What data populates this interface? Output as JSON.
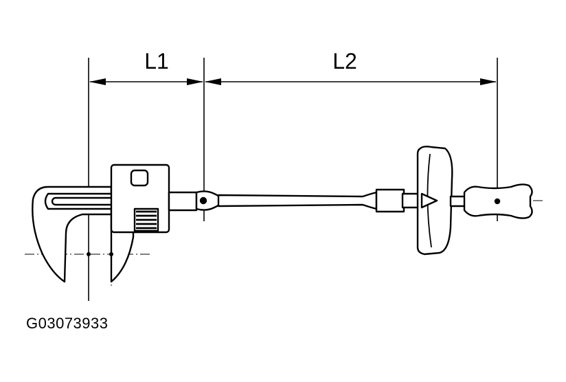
{
  "dimensions": {
    "l1": "L1",
    "l2": "L2"
  },
  "caption": "G03073933",
  "colors": {
    "ink": "#000000",
    "paper": "#ffffff"
  }
}
